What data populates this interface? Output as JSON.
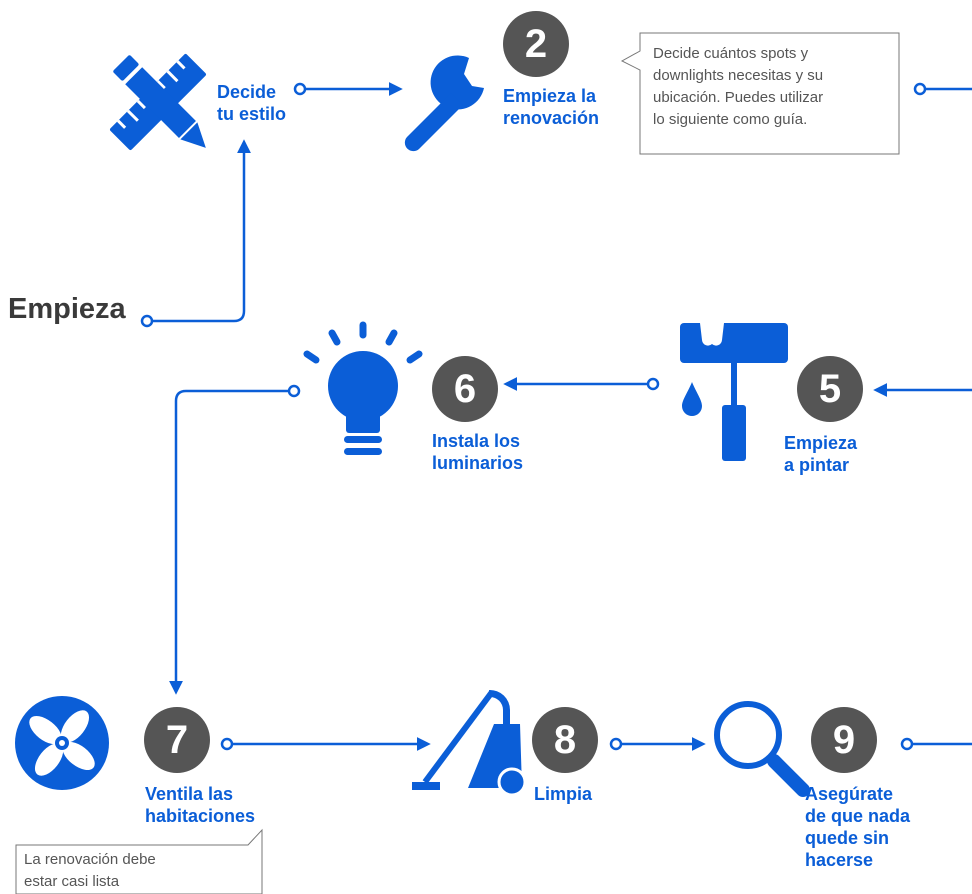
{
  "start": {
    "label": "Empieza"
  },
  "steps": [
    {
      "label_lines": [
        "Decide",
        "tu estilo"
      ],
      "icon": "ruler-pencil-icon"
    },
    {
      "number": "2",
      "label_lines": [
        "Empieza la",
        "renovación"
      ],
      "icon": "wrench-icon"
    },
    {
      "number": "5",
      "label_lines": [
        "Empieza",
        "a pintar"
      ],
      "icon": "paint-roller-icon"
    },
    {
      "number": "6",
      "label_lines": [
        "Instala los",
        "luminarios"
      ],
      "icon": "light-bulb-icon"
    },
    {
      "number": "7",
      "label_lines": [
        "Ventila las",
        "habitaciones"
      ],
      "icon": "fan-icon"
    },
    {
      "number": "8",
      "label_lines": [
        "Limpia"
      ],
      "icon": "vacuum-cleaner-icon"
    },
    {
      "number": "9",
      "label_lines": [
        "Asegúrate",
        "de que nada",
        "quede sin",
        "hacerse"
      ],
      "icon": "magnifier-icon"
    }
  ],
  "notes": {
    "renovation_tip": [
      "Decide cuántos spots y",
      "downlights necesitas y su",
      "ubicación. Puedes utilizar",
      "lo siguiente como guía."
    ],
    "ventilation_tip": [
      "La renovación debe",
      "estar casi lista"
    ]
  },
  "colors": {
    "accent": "#0b5ed7",
    "badge": "#555555",
    "text_dark": "#3a3a3a",
    "note_text": "#555555"
  }
}
